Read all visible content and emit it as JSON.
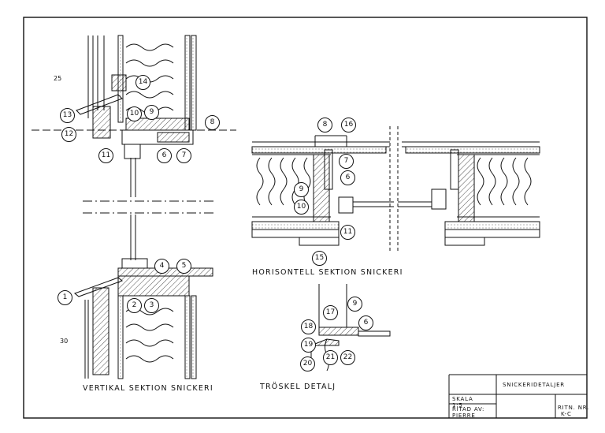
{
  "drawing": {
    "title_vertical": "VERTIKAL SEKTION SNICKERI",
    "title_horizontal": "HORISONTELL SEKTION SNICKERI",
    "title_threshold": "TRÖSKEL DETALJ",
    "dims": {
      "d25": "25",
      "d30": "30"
    }
  },
  "callouts": {
    "c1": "1",
    "c2": "2",
    "c3": "3",
    "c4": "4",
    "c5": "5",
    "c6a": "6",
    "c7a": "7",
    "c8a": "8",
    "c9a": "9",
    "c10a": "10",
    "c11a": "11",
    "c12": "12",
    "c13": "13",
    "c14": "14",
    "c6b": "6",
    "c7b": "7",
    "c8b": "8",
    "c9b": "9",
    "c10b": "10",
    "c11b": "11",
    "c15": "15",
    "c16": "16",
    "c6c": "6",
    "c9c": "9",
    "c17": "17",
    "c18": "18",
    "c19": "19",
    "c20": "20",
    "c21": "21",
    "c22": "22"
  },
  "title_block": {
    "heading": "SNICKERIDETALJER",
    "scale_label": "SKALA",
    "scale_value": "1:5",
    "drawn_label": "RITAD AV:",
    "drawn_value": "PIERRE",
    "number_label": "RITN. NR.",
    "number_value": "K-C"
  }
}
